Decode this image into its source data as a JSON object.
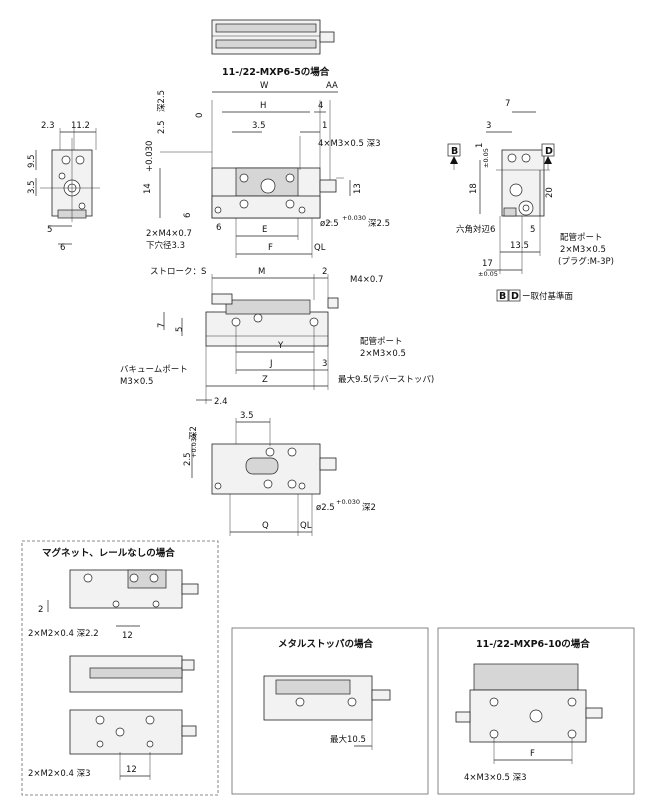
{
  "headings": {
    "mxp6_5": "11-/22-MXP6-5の場合",
    "magnet_no_rail": "マグネット、レールなしの場合",
    "metal_stopper": "メタルストッパの場合",
    "mxp6_10": "11-/22-MXP6-10の場合"
  },
  "dims_top": {
    "W": "W",
    "AA": "AA",
    "H": "H",
    "d35": "3.5",
    "d1": "1",
    "d4": "4",
    "tap4": "4×M3×0.5 深3",
    "d25_tol": "2.5",
    "tol_a": "+0.030",
    "tol_b": "0",
    "deep25": "深2.5",
    "d14": "14",
    "d13": "13",
    "d6a": "6",
    "d6b": "6",
    "E": "E",
    "F": "F",
    "QL": "QL",
    "m4": "2×M4×0.7",
    "m4b": "下穴径3.3",
    "pin": "ø2.5",
    "pin_tol": "+0.030",
    "pin_deep": "深2.5"
  },
  "dims_left": {
    "d23": "2.3",
    "d112": "11.2",
    "d95": "9.5",
    "d35": "3.5",
    "d5": "5",
    "d6": "6"
  },
  "dims_right": {
    "d7": "7",
    "d3": "3",
    "B": "B",
    "D": "D",
    "tol1": "1",
    "tol1b": "±0.05",
    "d18": "18",
    "d20": "20",
    "hex": "六角対辺6",
    "d135": "13.5",
    "d5": "5",
    "port": "配管ポート",
    "port_m3": "2×M3×0.5",
    "plug": "(プラグ:M-3P)",
    "d17": "17",
    "d17tol": "±0.05",
    "legend_b": "B",
    "legend_d": "D",
    "legend_text": "ー取付基準面"
  },
  "dims_mid": {
    "stroke": "ストローク：S",
    "M": "M",
    "d2": "2",
    "m4": "M4×0.7",
    "d7": "7",
    "d5": "5",
    "port": "配管ポート",
    "port_m3": "2×M3×0.5",
    "Y": "Y",
    "J": "J",
    "d3": "3",
    "vac": "バキュームポート",
    "vac_m3": "M3×0.5",
    "Z": "Z",
    "max95": "最大9.5(ラバーストッパ)",
    "d24": "2.4"
  },
  "dims_bottom": {
    "d35": "3.5",
    "d25": "2.5",
    "tol_a": "+0.030",
    "tol_b": "0",
    "deep2": "深2",
    "pin": "ø2.5",
    "pin_tol": "+0.030",
    "pin_deep": "深2",
    "Q": "Q",
    "QL": "QL"
  },
  "dims_magnet": {
    "d2": "2",
    "m2a": "2×M2×0.4 深2.2",
    "d12a": "12",
    "m2b": "2×M2×0.4 深3",
    "d12b": "12"
  },
  "dims_metal": {
    "max105": "最大10.5"
  },
  "dims_mxp10": {
    "F": "F",
    "tap": "4×M3×0.5 深3"
  }
}
